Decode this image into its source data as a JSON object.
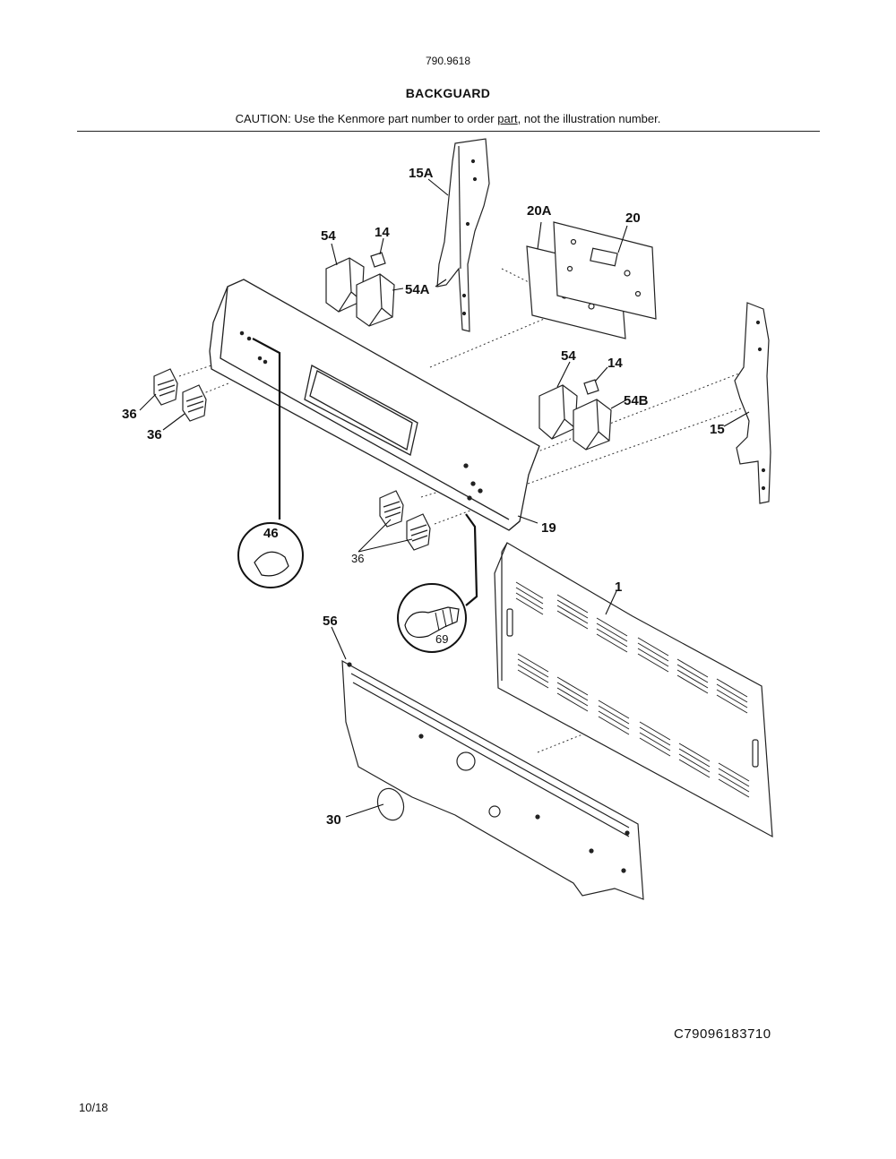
{
  "header": {
    "model_number": "790.9618",
    "title": "BACKGUARD",
    "caution_prefix": "CAUTION: Use the Kenmore part number to order ",
    "caution_link": "part",
    "caution_suffix": ", not the illustration number."
  },
  "callouts": {
    "c15A": "15A",
    "c20A": "20A",
    "c20": "20",
    "c54_top": "54",
    "c14_top": "14",
    "c54A": "54A",
    "c36_a": "36",
    "c36_b": "36",
    "c54_mid": "54",
    "c14_mid": "14",
    "c54B": "54B",
    "c15": "15",
    "c19": "19",
    "c46": "46",
    "c36_c": "36",
    "c1": "1",
    "c56": "56",
    "c69": "69",
    "c30": "30"
  },
  "footer": {
    "image_code": "C79096183710",
    "page_number": "10/18"
  }
}
